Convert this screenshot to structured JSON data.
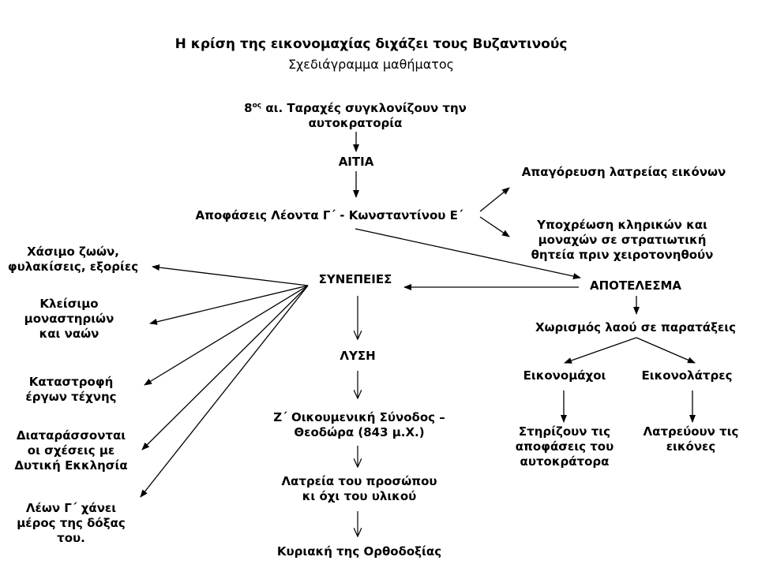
{
  "header": {
    "title": "Η κρίση της εικονομαχίας διχάζει τους Βυζαντινούς",
    "subtitle": "Σχεδιάγραμμα μαθήματος"
  },
  "nodes": {
    "century_prefix": "8",
    "century_sup": "ος",
    "century_line1": " αι. Ταραχές συγκλονίζουν την",
    "century_line2": "αυτοκρατορία",
    "aitia": "ΑΙΤΙΑ",
    "decisions": "Αποφάσεις Λέοντα Γ΄ - Κωνσταντίνου Ε΄",
    "ban": "Απαγόρευση λατρείας εικόνων",
    "obligation_line1": "Υποχρέωση κληρικών και",
    "obligation_line2": "μοναχών σε στρατιωτική",
    "obligation_line3": "θητεία πριν χειροτονηθούν",
    "synepeies": "ΣΥΝΕΠΕΙΕΣ",
    "apotelesma": "ΑΠΟΤΕΛΕΣΜΑ",
    "division": "Χωρισμός λαού σε παρατάξεις",
    "iconoclasts": "Εικονομάχοι",
    "iconodules": "Εικονολάτρες",
    "support_line1": "Στηρίζουν τις",
    "support_line2": "αποφάσεις του",
    "support_line3": "αυτοκράτορα",
    "worship_line1": "Λατρεύουν τις",
    "worship_line2": "εικόνες",
    "lysi": "ΛΥΣΗ",
    "council_line1": "Ζ΄ Οικουμενική Σύνοδος –",
    "council_line2": "Θεοδώρα (843 μ.Χ.)",
    "person_line1": "Λατρεία του προσώπου",
    "person_line2": "κι όχι του υλικού",
    "orthodoxy": "Κυριακή της Ορθοδοξίας"
  },
  "consequences": {
    "c1_line1": "Χάσιμο ζωών,",
    "c1_line2": "φυλακίσεις, εξορίες",
    "c2_line1": "Κλείσιμο",
    "c2_line2": "μοναστηριών",
    "c2_line3": "και ναών",
    "c3_line1": "Καταστροφή",
    "c3_line2": "έργων τέχνης",
    "c4_line1": "Διαταράσσονται",
    "c4_line2": "οι σχέσεις με",
    "c4_line3": "Δυτική Εκκλησία",
    "c5_line1": "Λέων Γ΄ χάνει",
    "c5_line2": "μέρος της δόξας",
    "c5_line3": "του."
  }
}
